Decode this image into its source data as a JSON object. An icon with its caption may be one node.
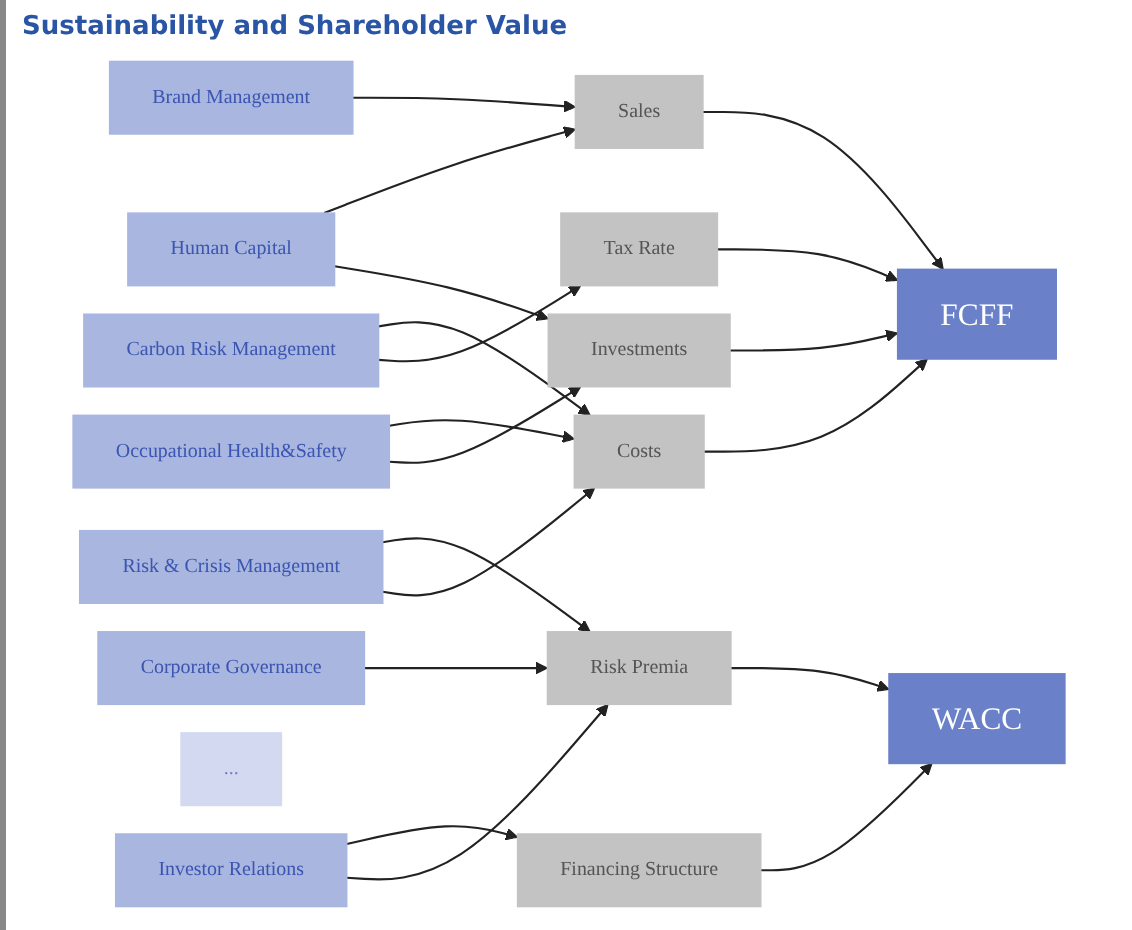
{
  "diagram": {
    "title": "Sustainability and Shareholder Value",
    "nodes": [
      {
        "text": [
          "Brand Management"
        ]
      },
      {
        "text": [
          "Human Capital"
        ]
      },
      {
        "text": [
          "Occupational Health&Safety"
        ]
      },
      {
        "text": [
          "Carbon Risk Management"
        ]
      },
      {
        "text": [
          "Corporate Governance"
        ]
      },
      {
        "text": [
          "Risk & Crisis Management"
        ]
      },
      {
        "text": [
          "..."
        ]
      },
      {
        "text": [
          "Investor Relations"
        ]
      },
      {
        "text": [
          "Sales"
        ]
      },
      {
        "text": [
          "Costs"
        ]
      },
      {
        "text": [
          "Tax Rate"
        ]
      },
      {
        "text": [
          "Investments"
        ]
      },
      {
        "text": [
          "Financing Structure"
        ]
      },
      {
        "text": [
          "Risk Premia"
        ]
      },
      {
        "text": [
          "FCFF"
        ]
      },
      {
        "text": [
          "WACC"
        ]
      }
    ],
    "edges": [
      {
        "from": 0,
        "to": 8,
        "arrow": "to"
      },
      {
        "from": 1,
        "to": 8,
        "arrow": "to"
      },
      {
        "from": 1,
        "to": 11,
        "arrow": "to"
      },
      {
        "from": 2,
        "to": 9,
        "arrow": "to"
      },
      {
        "from": 2,
        "to": 11,
        "arrow": "to"
      },
      {
        "from": 3,
        "to": 9,
        "arrow": "to"
      },
      {
        "from": 3,
        "to": 10,
        "arrow": "to"
      },
      {
        "from": 4,
        "to": 13,
        "arrow": "to"
      },
      {
        "from": 5,
        "to": 13,
        "arrow": "to"
      },
      {
        "from": 5,
        "to": 9,
        "arrow": "to"
      },
      {
        "from": 7,
        "to": 12,
        "arrow": "to"
      },
      {
        "from": 7,
        "to": 13,
        "arrow": "to"
      },
      {
        "from": 8,
        "to": 14,
        "arrow": "to"
      },
      {
        "from": 9,
        "to": 14,
        "arrow": "to"
      },
      {
        "from": 10,
        "to": 14,
        "arrow": "to"
      },
      {
        "from": 11,
        "to": 14,
        "arrow": "to"
      },
      {
        "from": 12,
        "to": 15,
        "arrow": "to"
      },
      {
        "from": 13,
        "to": 15,
        "arrow": "to"
      }
    ]
  }
}
